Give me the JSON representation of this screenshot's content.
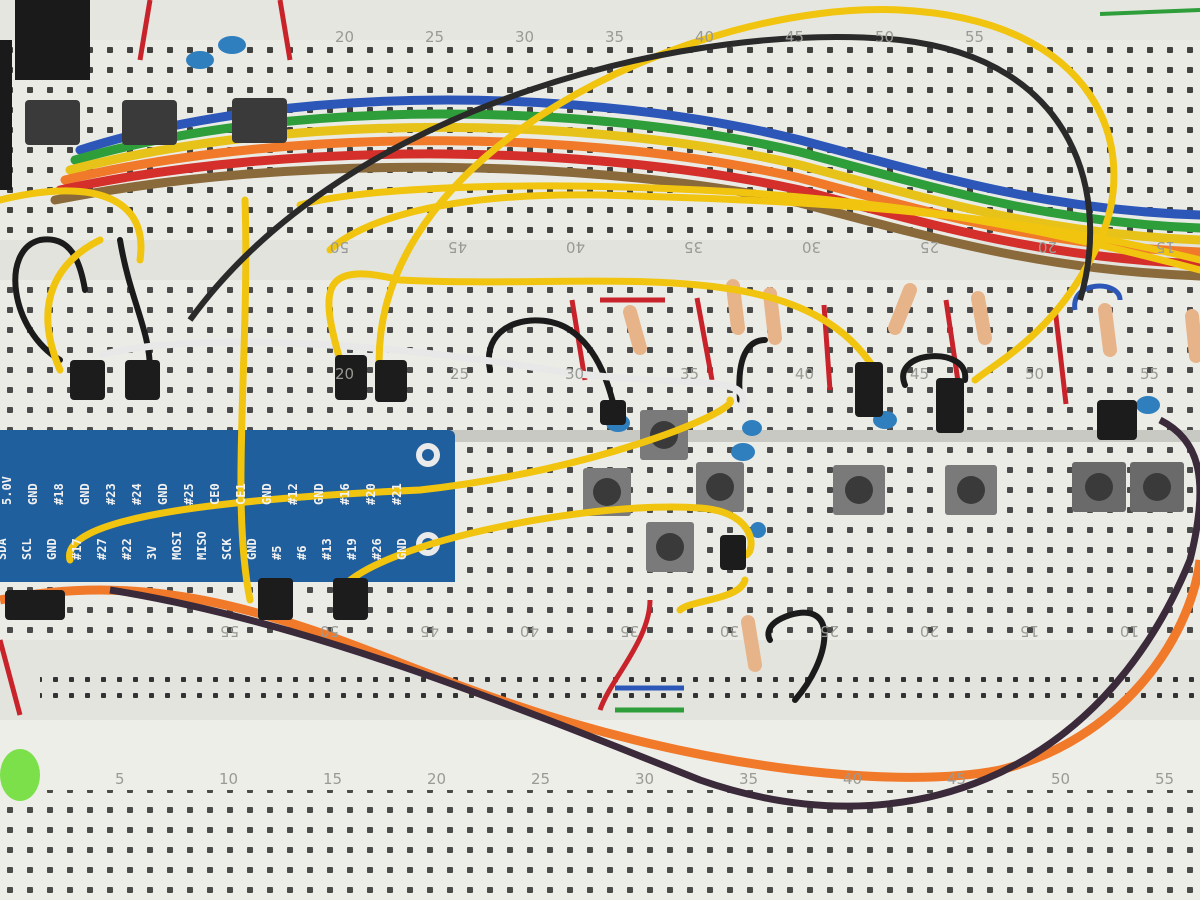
{
  "top_numbers": [
    "20",
    "25",
    "30",
    "35",
    "40",
    "45",
    "50",
    "55"
  ],
  "upper_mirror_numbers": [
    "50",
    "45",
    "40",
    "35",
    "30",
    "25",
    "20",
    "15"
  ],
  "mid_numbers": [
    "20",
    "25",
    "30",
    "35",
    "40",
    "45",
    "50",
    "55"
  ],
  "lower_mirror_numbers": [
    "55",
    "50",
    "45",
    "40",
    "35",
    "30",
    "25",
    "20",
    "15",
    "10"
  ],
  "bottom_numbers": [
    "5",
    "10",
    "15",
    "20",
    "25",
    "30",
    "35",
    "40",
    "45",
    "50",
    "55"
  ],
  "header_row1": [
    "5.0V",
    "GND",
    "#18",
    "GND",
    "#23",
    "#24",
    "GND",
    "#25",
    "CE0",
    "CE1",
    "GND",
    "#12",
    "GND",
    "#16",
    "#20",
    "#21"
  ],
  "header_row2": [
    "SDA",
    "SCL",
    "GND",
    "#17",
    "#27",
    "#22",
    "3V",
    "MOSI",
    "MISO",
    "SCK",
    "GND",
    "#5",
    "#6",
    "#13",
    "#19",
    "#26",
    "GND"
  ],
  "colors": {
    "board": "#e9e9e4",
    "board_shadow": "#cfcfca",
    "hole": "#3a3a3a",
    "rail_red": "#c8332f",
    "rail_blue": "#2f4fa6",
    "wire_yellow": "#f1c40f",
    "wire_orange": "#f07a2a",
    "wire_red": "#c8232b",
    "wire_black": "#1b1b1b",
    "wire_white": "#e8e8e8",
    "wire_green": "#2e9e3a",
    "wire_blue": "#2c57b8",
    "pcb_blue": "#1f5f9e",
    "button": "#4a4a4a",
    "resistor": "#e7b489",
    "capacitor": "#2f7fbf",
    "led": "#7be04a"
  }
}
